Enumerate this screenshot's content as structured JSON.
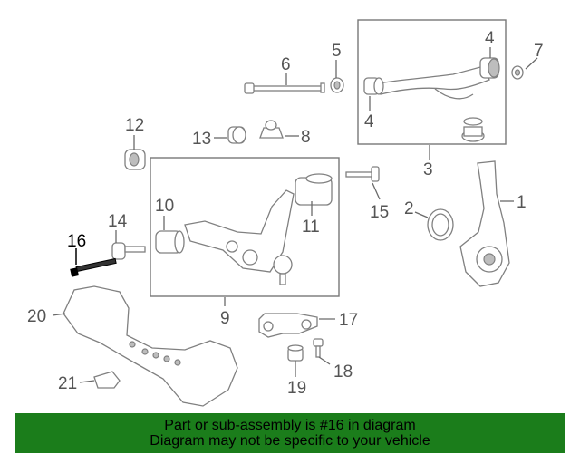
{
  "callouts": {
    "c1": "1",
    "c2": "2",
    "c3": "3",
    "c4a": "4",
    "c4b": "4",
    "c5": "5",
    "c6": "6",
    "c7": "7",
    "c8": "8",
    "c9": "9",
    "c10": "10",
    "c11": "11",
    "c12": "12",
    "c13": "13",
    "c14": "14",
    "c15": "15",
    "c16": "16",
    "c17": "17",
    "c18": "18",
    "c19": "19",
    "c20": "20",
    "c21": "21"
  },
  "highlight_part": "16",
  "banner": {
    "line1": "Part or sub-assembly is #16 in diagram",
    "line2": "Diagram may not be specific to your vehicle"
  },
  "colors": {
    "banner_bg": "#1b7d1b",
    "highlight": "#000000",
    "linework": "#808080"
  }
}
